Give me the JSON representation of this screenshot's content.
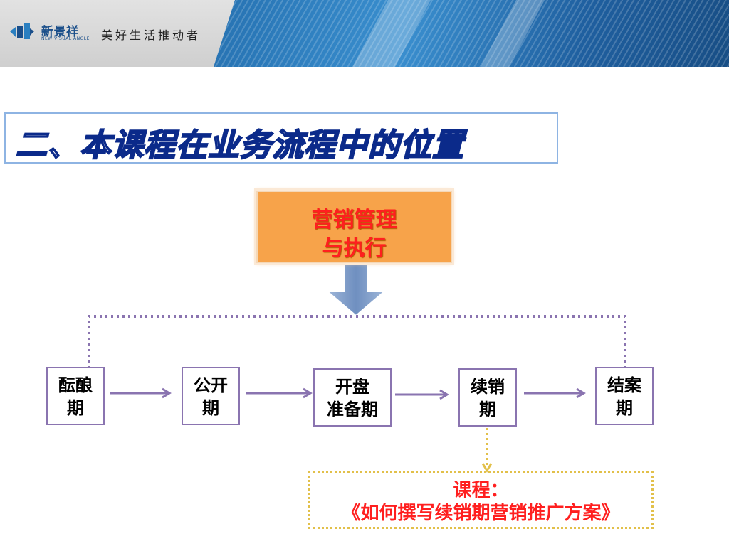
{
  "header": {
    "logo_name": "新景祥",
    "logo_sub": "NEW VISUAL ANGLE",
    "slogan": "美好生活推动者"
  },
  "title": "二、本课程在业务流程中的位置",
  "top_box": {
    "line1": "营销管理",
    "line2": "与执行"
  },
  "stages": [
    {
      "line1": "酝酿",
      "line2": "期"
    },
    {
      "line1": "公开",
      "line2": "期"
    },
    {
      "line1": "开盘",
      "line2": "准备期"
    },
    {
      "line1": "续销",
      "line2": "期"
    },
    {
      "line1": "结案",
      "line2": "期"
    }
  ],
  "course": {
    "line1": "课程：",
    "line2": "《如何撰写续销期营销推广方案》"
  },
  "colors": {
    "title_text": "#0b2a8a",
    "title_border": "#8eb4e3",
    "top_box_fill": "#f7a34a",
    "top_box_text": "#ff1f1f",
    "stage_border": "#8a74b0",
    "arrow": "#8a74b0",
    "course_border": "#e2c04a",
    "course_text": "#ff1f1f",
    "down_arrow": "#7f9fc8"
  }
}
